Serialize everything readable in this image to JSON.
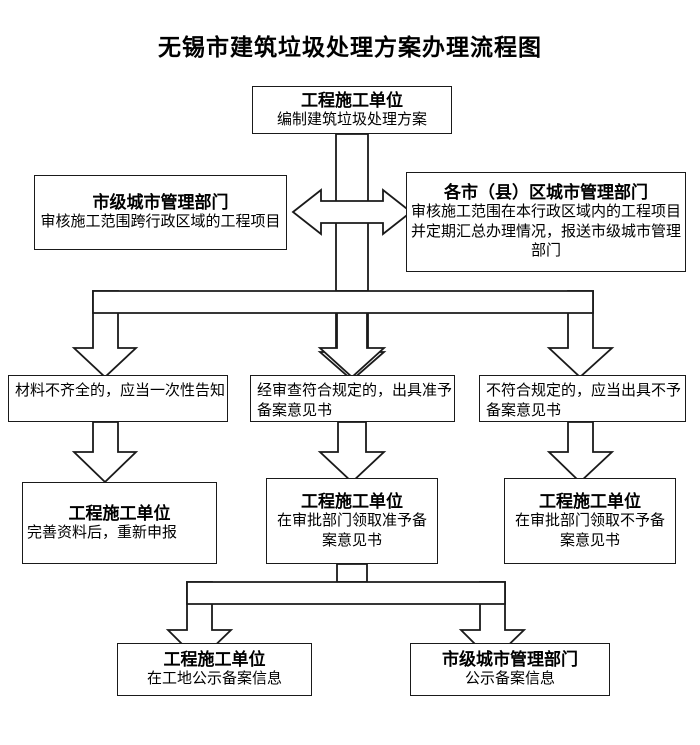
{
  "document": {
    "title": "无锡市建筑垃圾处理方案办理流程图",
    "type": "flowchart",
    "background_color": "#ffffff",
    "line_color": "#1a1a1a"
  },
  "nodes": {
    "start": {
      "heading": "工程施工单位",
      "body": "编制建筑垃圾处理方案"
    },
    "city_dept": {
      "heading": "市级城市管理部门",
      "body": "审核施工范围跨行政区域的工程项目"
    },
    "district_dept": {
      "heading": "各市（县）区城市管理部门",
      "body": "审核施工范围在本行政区域内的工程项目并定期汇总办理情况，报送市级城市管理部门"
    },
    "incomplete": {
      "body": "材料不齐全的，应当一次性告知"
    },
    "approved": {
      "body": "经审查符合规定的，出具准予备案意见书"
    },
    "rejected": {
      "body": "不符合规定的，应当出具不予备案意见书"
    },
    "resubmit": {
      "heading": "工程施工单位",
      "body": "完善资料后，重新申报"
    },
    "collect_approve": {
      "heading": "工程施工单位",
      "body": "在审批部门领取准予备案意见书"
    },
    "collect_reject": {
      "heading": "工程施工单位",
      "body": "在审批部门领取不予备案意见书"
    },
    "publicize_site": {
      "heading": "工程施工单位",
      "body": "在工地公示备案信息"
    },
    "publicize_dept": {
      "heading": "市级城市管理部门",
      "body": "公示备案信息"
    }
  },
  "connectors": [
    {
      "name": "start-to-review-trunk",
      "kind": "block-arrow-down"
    },
    {
      "name": "city-district-bidirectional",
      "kind": "block-arrow-double-horizontal"
    },
    {
      "name": "review-bus-bar",
      "kind": "block-bus-horizontal"
    },
    {
      "name": "bus-to-incomplete",
      "kind": "block-arrow-down"
    },
    {
      "name": "bus-to-approved",
      "kind": "block-arrow-down"
    },
    {
      "name": "bus-to-rejected",
      "kind": "block-arrow-down"
    },
    {
      "name": "incomplete-to-resubmit",
      "kind": "block-arrow-down"
    },
    {
      "name": "approved-to-collect",
      "kind": "block-arrow-down"
    },
    {
      "name": "rejected-to-collect",
      "kind": "block-arrow-down"
    },
    {
      "name": "collect-to-publicize-stub",
      "kind": "stub-vertical"
    },
    {
      "name": "publicize-bus-bar",
      "kind": "block-bus-horizontal"
    },
    {
      "name": "bus-to-publicize-site",
      "kind": "block-arrow-down"
    },
    {
      "name": "bus-to-publicize-dept",
      "kind": "block-arrow-down"
    }
  ]
}
